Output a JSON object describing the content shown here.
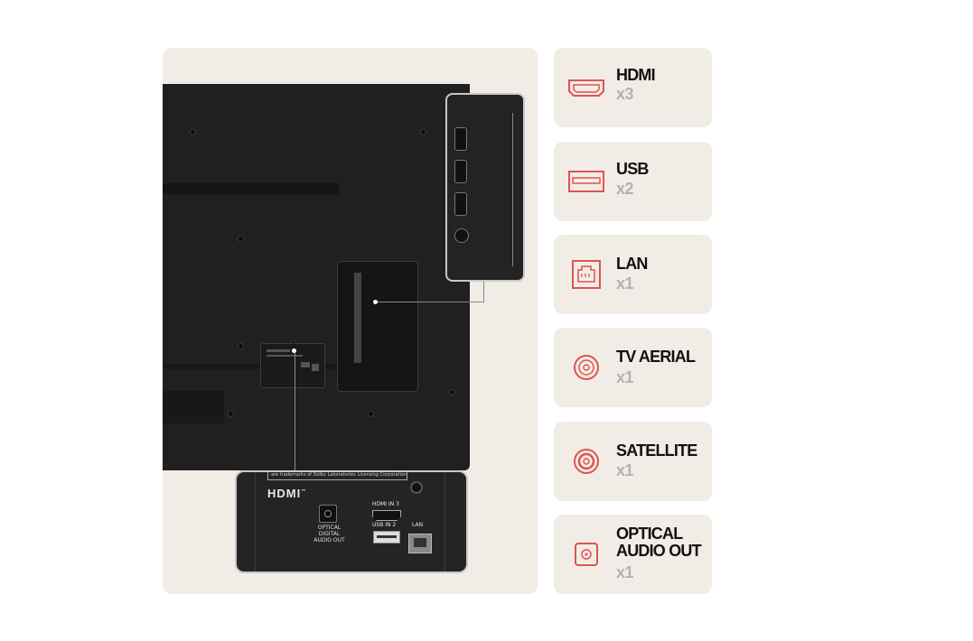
{
  "back_closeup": {
    "trademark_text": "are trademarks of Dolby Laboratories Licensing Corporation.",
    "hdmi_logo": "HDMI",
    "hdmi_logo_tm": "™",
    "optical_label": "OPTICAL\nDIGITAL\nAUDIO OUT",
    "hdmi_in_label": "HDMI IN 3",
    "usb_in_label": "USB IN 2",
    "lan_label": "LAN"
  },
  "ports": [
    {
      "name": "HDMI",
      "count": "x3",
      "icon": "hdmi-icon"
    },
    {
      "name": "USB",
      "count": "x2",
      "icon": "usb-icon"
    },
    {
      "name": "LAN",
      "count": "x1",
      "icon": "lan-icon"
    },
    {
      "name": "TV AERIAL",
      "count": "x1",
      "icon": "aerial-icon"
    },
    {
      "name": "SATELLITE",
      "count": "x1",
      "icon": "satellite-icon"
    },
    {
      "name": "OPTICAL\nAUDIO OUT",
      "count": "x1",
      "icon": "optical-icon"
    }
  ],
  "colors": {
    "icon_accent": "#e0534f",
    "card_bg": "#f1ede6",
    "count_text": "#b2b2b2"
  }
}
